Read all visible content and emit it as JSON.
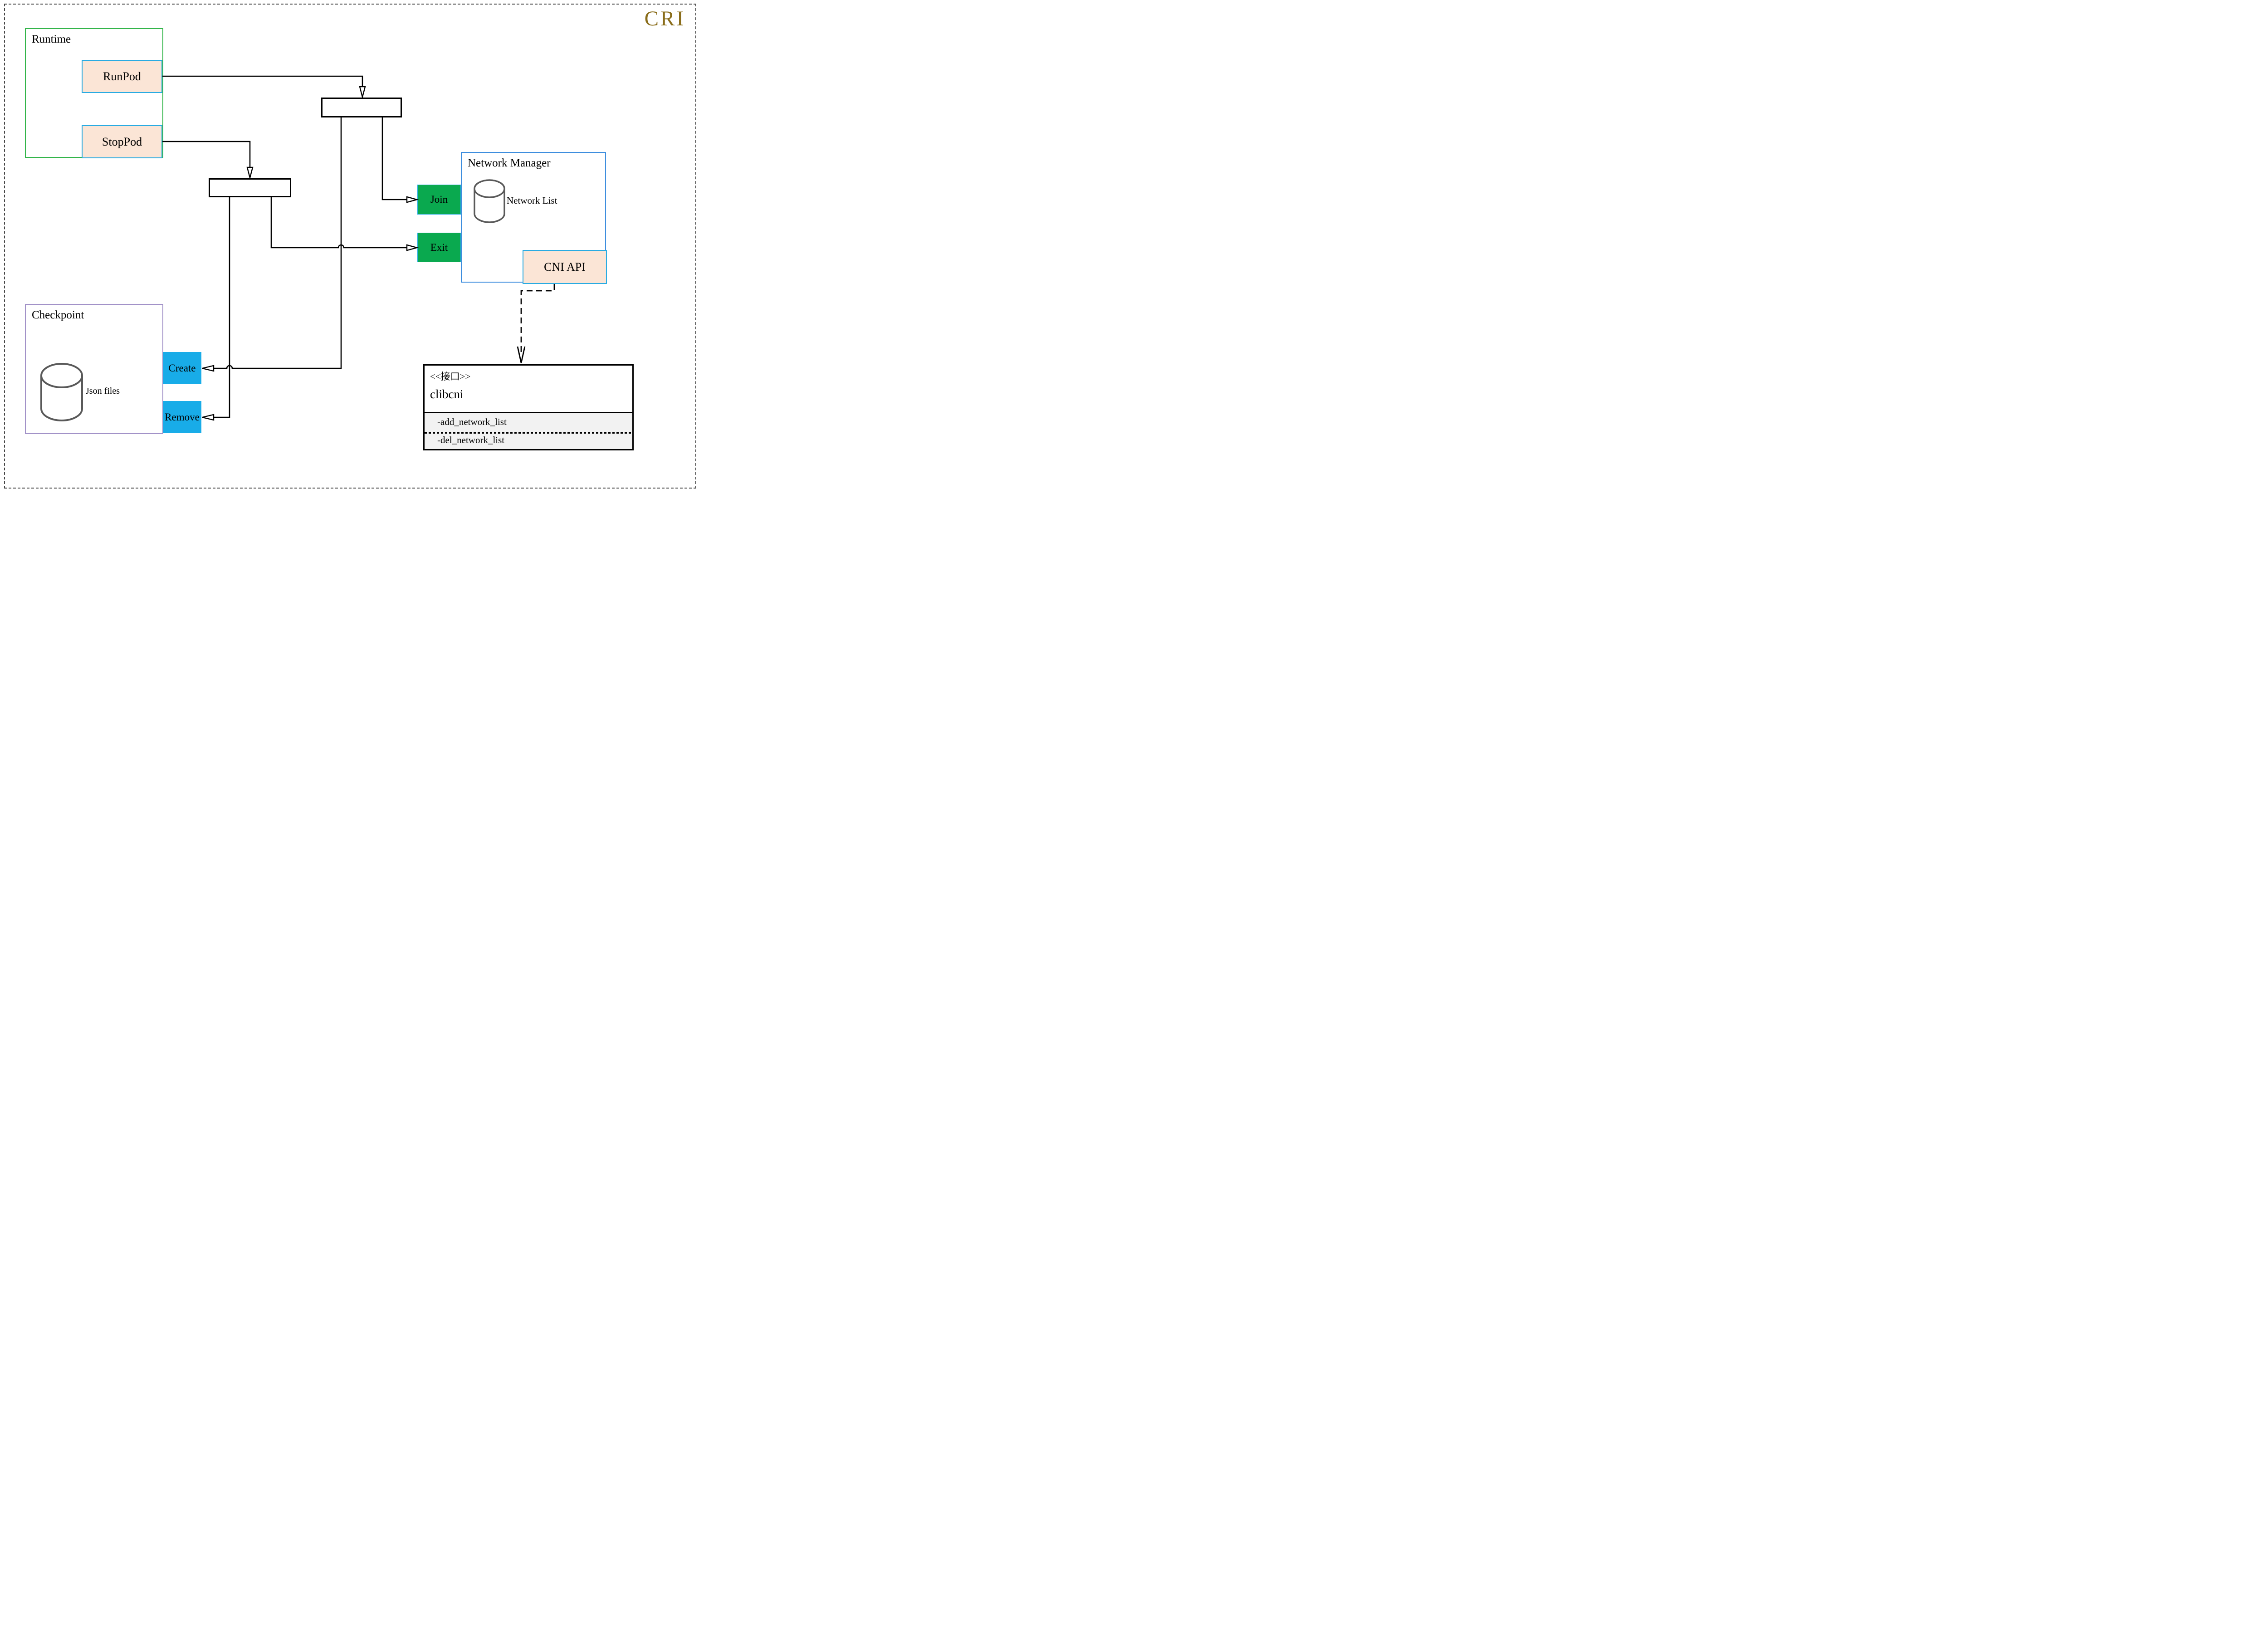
{
  "title": "CRI",
  "colors": {
    "accent_gold": "#8a6d1a",
    "runtime_border_green": "#33b54a",
    "peach_fill": "#fbe5d6",
    "light_blue_border": "#29abe2",
    "network_manager_border_blue": "#3e8ede",
    "green_fill": "#0aa94f",
    "cyan_fill": "#18ace8",
    "checkpoint_border_purple": "#a292c8",
    "attrs_section_gray": "#f2f2f2",
    "cylinder_stroke_gray": "#595959",
    "line_black": "#000000"
  },
  "runtime": {
    "label": "Runtime",
    "run_pod": "RunPod",
    "stop_pod": "StopPod"
  },
  "network_manager": {
    "label": "Network Manager",
    "join": "Join",
    "exit": "Exit",
    "network_list": "Network List",
    "cni_api": "CNI API"
  },
  "checkpoint": {
    "label": "Checkpoint",
    "json_files": "Json files",
    "create": "Create",
    "remove": "Remove"
  },
  "interface": {
    "stereotype": "<<接口>>",
    "name": "clibcni",
    "methods": [
      "-add_network_list",
      "-del_network_list"
    ]
  }
}
